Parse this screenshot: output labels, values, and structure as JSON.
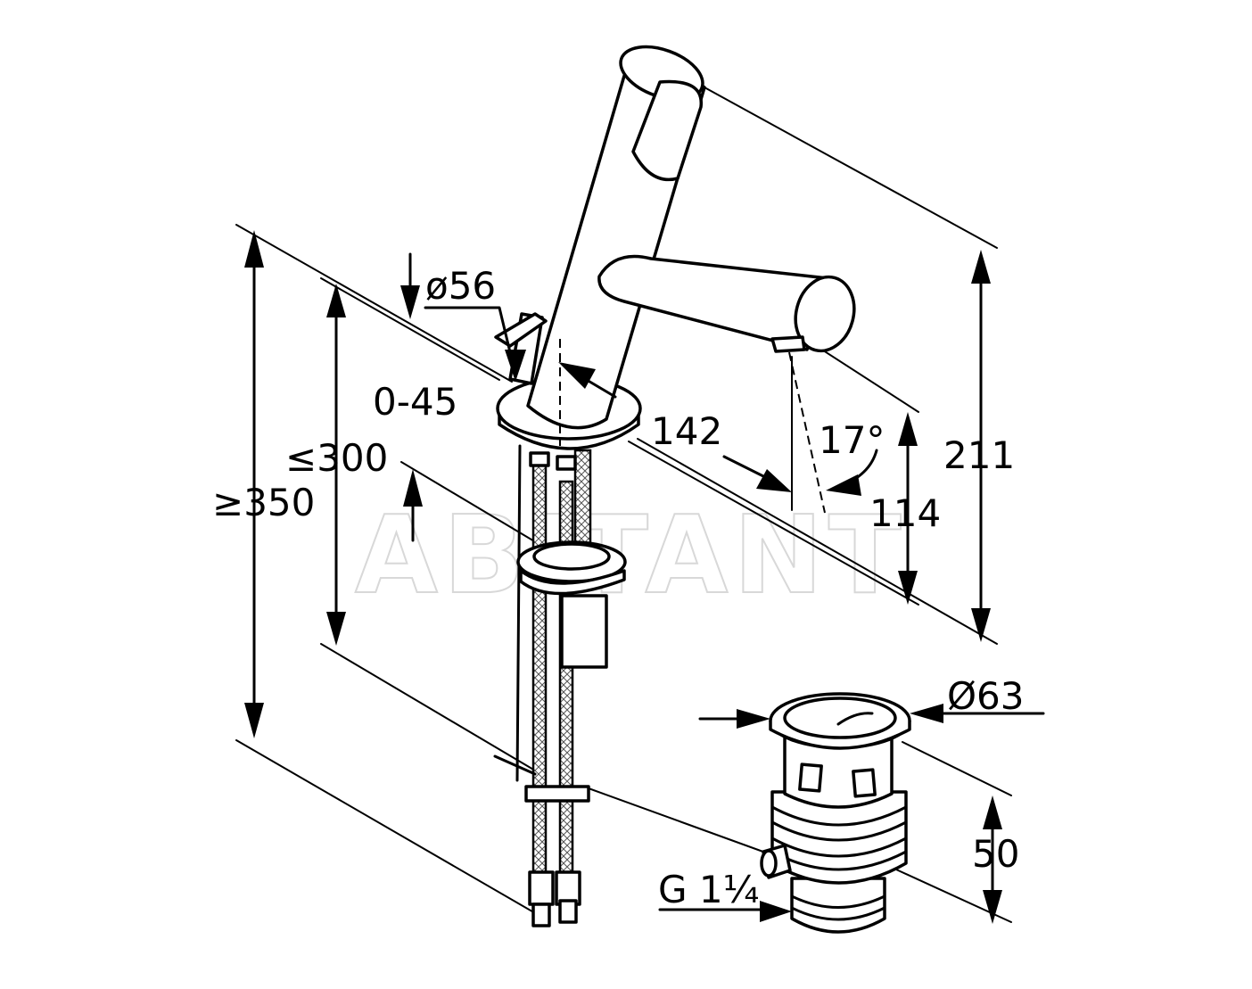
{
  "diagram": {
    "watermark": "ABITANT",
    "labels": {
      "d56": "ø56",
      "range045": "0-45",
      "le300": "≤300",
      "ge350": "≥350",
      "d142": "142",
      "angle17": "17°",
      "d114": "114",
      "d211": "211",
      "d63": "Ø63",
      "d50": "50",
      "thread": "G 1¼"
    },
    "line_color": "#000000",
    "background_color": "#ffffff"
  }
}
